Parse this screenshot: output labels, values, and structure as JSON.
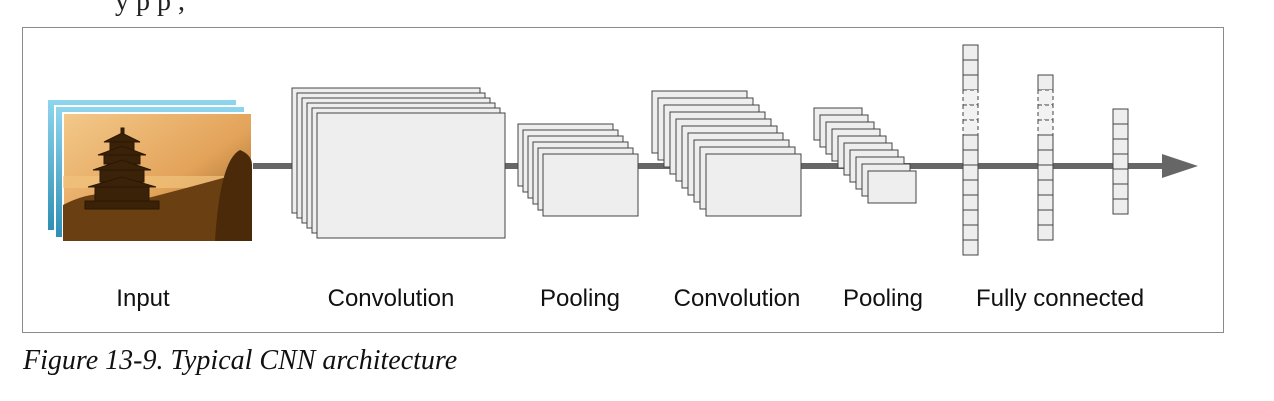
{
  "top_fragment": "y            p                                    p             ,",
  "stages": {
    "input": "Input",
    "conv1": "Convolution",
    "pool1": "Pooling",
    "conv2": "Convolution",
    "pool2": "Pooling",
    "fc": "Fully connected"
  },
  "caption": "Figure 13-9. Typical CNN architecture",
  "colors": {
    "line": "#666666",
    "map_fill": "#eeeeee",
    "map_stroke": "#444444",
    "input_back": "#5fb8d6"
  },
  "icons": [
    "pagoda-photo-image",
    "arrow-right-icon"
  ]
}
